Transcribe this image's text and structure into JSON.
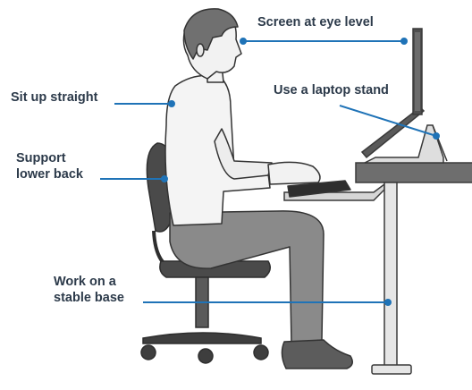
{
  "colors": {
    "leader": "#1f73b7",
    "text": "#2c3a4a",
    "outline": "#3a3a3a",
    "shirt": "#f4f4f4",
    "pants": "#8a8a8a",
    "chair": "#4a4a4a",
    "skin": "#f2f2f2",
    "hair": "#707070"
  },
  "labels": {
    "eye_level": "Screen at eye level",
    "sit_straight": "Sit up straight",
    "laptop_stand": "Use a laptop stand",
    "lower_back": [
      "Support",
      "lower back"
    ],
    "stable_base": [
      "Work on a",
      "stable base"
    ]
  }
}
